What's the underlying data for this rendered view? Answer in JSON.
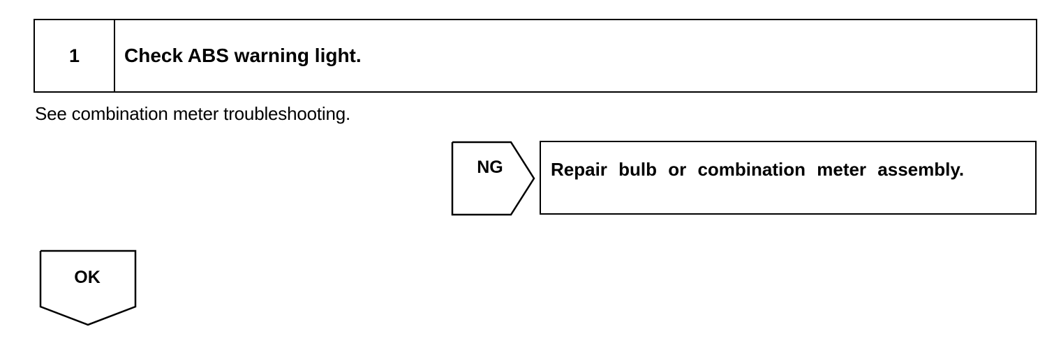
{
  "step": {
    "number": "1",
    "title": "Check ABS warning light."
  },
  "instruction": "See combination meter troubleshooting.",
  "ng_branch": {
    "label": "NG",
    "result": "Repair bulb or combination meter assembly."
  },
  "ok_branch": {
    "label": "OK"
  }
}
